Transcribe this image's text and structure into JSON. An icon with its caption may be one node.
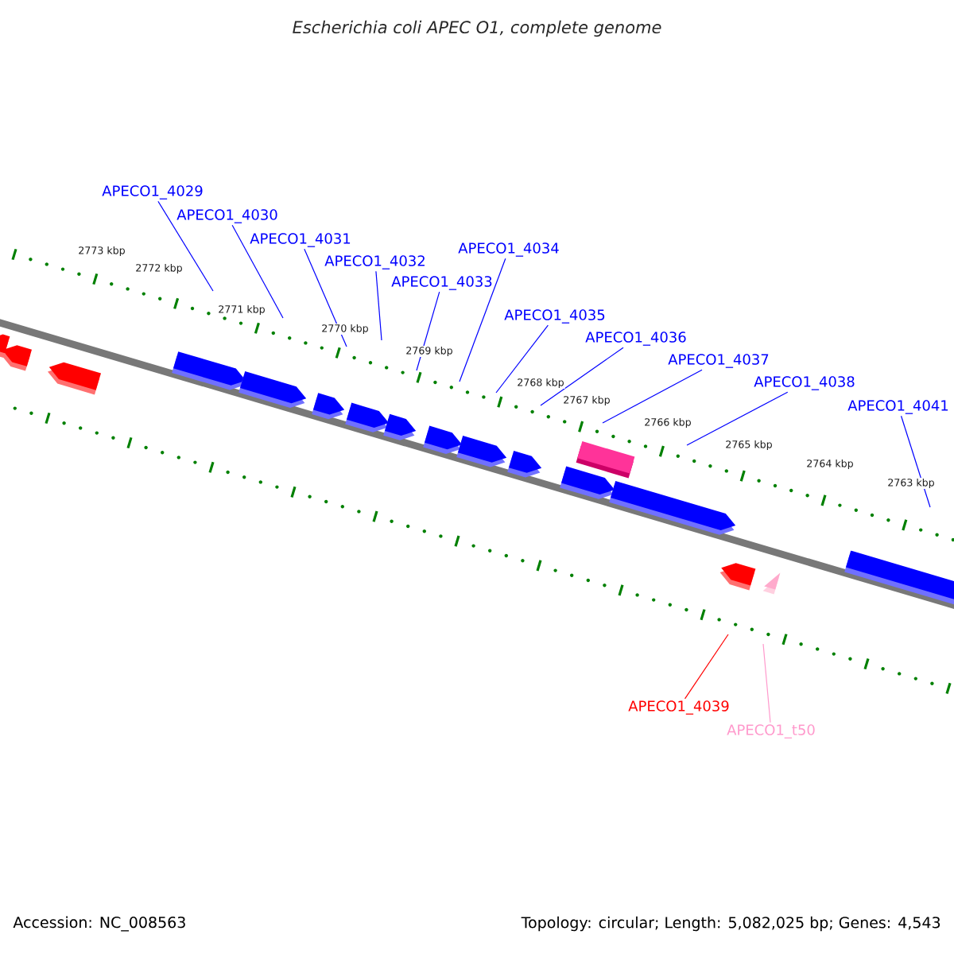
{
  "diagram": {
    "title": "Escherichia coli APEC O1, complete genome",
    "nodes": [
      {
        "text": [
          "APECO1_4029"
        ]
      },
      {
        "text": [
          "APECO1_4030"
        ]
      },
      {
        "text": [
          "APECO1_4031"
        ]
      },
      {
        "text": [
          "APECO1_4032"
        ]
      },
      {
        "text": [
          "APECO1_4033"
        ]
      },
      {
        "text": [
          "APECO1_4034"
        ]
      },
      {
        "text": [
          "APECO1_4035"
        ]
      },
      {
        "text": [
          "APECO1_4036"
        ]
      },
      {
        "text": [
          "APECO1_4037"
        ]
      },
      {
        "text": [
          "APECO1_4038"
        ]
      },
      {
        "text": [
          "APECO1_4041"
        ]
      },
      {
        "text": [
          "APECO1_4039"
        ]
      },
      {
        "text": [
          "APECO1_t50"
        ]
      }
    ],
    "edges": [
      {
        "from": 0,
        "to": null,
        "arrow": "none"
      },
      {
        "from": 1,
        "to": null,
        "arrow": "none"
      },
      {
        "from": 2,
        "to": null,
        "arrow": "none"
      },
      {
        "from": 3,
        "to": null,
        "arrow": "none"
      },
      {
        "from": 4,
        "to": null,
        "arrow": "none"
      },
      {
        "from": 5,
        "to": null,
        "arrow": "none"
      },
      {
        "from": 6,
        "to": null,
        "arrow": "none"
      },
      {
        "from": 7,
        "to": null,
        "arrow": "none"
      },
      {
        "from": 8,
        "to": null,
        "arrow": "none"
      },
      {
        "from": 9,
        "to": null,
        "arrow": "none"
      },
      {
        "from": 10,
        "to": null,
        "arrow": "none"
      },
      {
        "from": 11,
        "to": null,
        "arrow": "none",
        "color": "#ff0000"
      },
      {
        "from": 12,
        "to": null,
        "arrow": "none",
        "color": "#ff99cc"
      }
    ],
    "labels": [
      "2773 kbp",
      "2772 kbp",
      "2771 kbp",
      "2770 kbp",
      "2769 kbp",
      "2768 kbp",
      "2767 kbp",
      "2766 kbp",
      "2765 kbp",
      "2764 kbp",
      "2763 kbp",
      "Accession: NC_008563",
      "Topology: circular; Length: 5,082,025 bp; Genes: 4,543"
    ]
  }
}
